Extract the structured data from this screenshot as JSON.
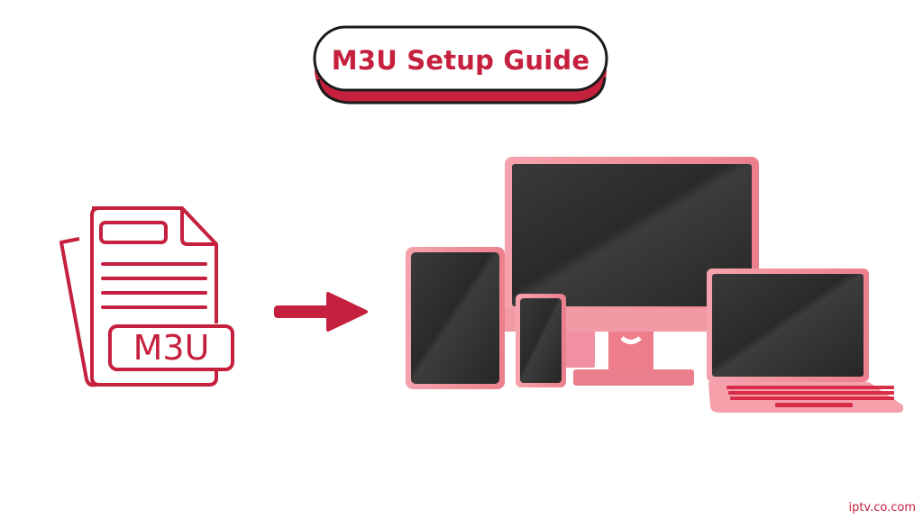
{
  "title": "M3U Setup Guide",
  "file_label": "M3U",
  "watermark": "iptv.co.com",
  "colors": {
    "accent": "#c5203e",
    "device_pink": "#f08a96",
    "screen_dark": "#2e2e2e"
  },
  "icons": {
    "file": "m3u-file-icon",
    "arrow": "arrow-right-icon",
    "devices": "multi-device-icon"
  }
}
